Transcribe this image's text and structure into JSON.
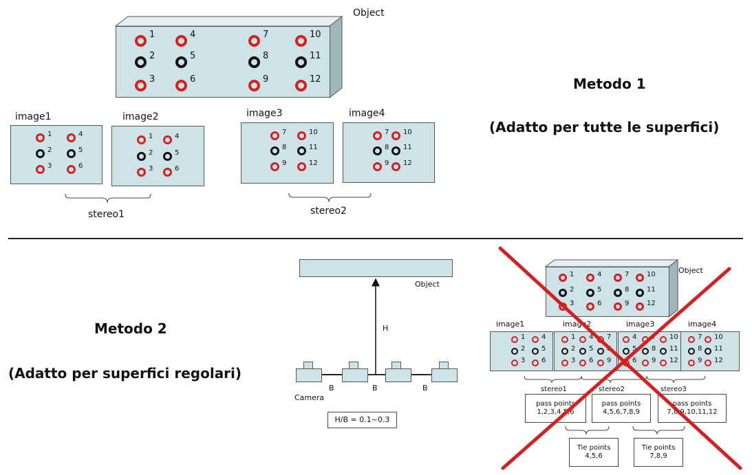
{
  "method1": {
    "title": "Metodo 1",
    "subtitle": "(Adatto per tutte le superfici)",
    "object_label": "Object",
    "image_labels": [
      "image1",
      "image2",
      "image3",
      "image4"
    ],
    "stereo_labels": [
      "stereo1",
      "stereo2"
    ],
    "object_points": [
      {
        "n": "1",
        "c": "red"
      },
      {
        "n": "2",
        "c": "black"
      },
      {
        "n": "3",
        "c": "red"
      },
      {
        "n": "4",
        "c": "red"
      },
      {
        "n": "5",
        "c": "black"
      },
      {
        "n": "6",
        "c": "red"
      },
      {
        "n": "7",
        "c": "red"
      },
      {
        "n": "8",
        "c": "black"
      },
      {
        "n": "9",
        "c": "red"
      },
      {
        "n": "10",
        "c": "red"
      },
      {
        "n": "11",
        "c": "black"
      },
      {
        "n": "12",
        "c": "red"
      }
    ]
  },
  "method2": {
    "title": "Metodo 2",
    "subtitle": "(Adatto per superfici regolari)",
    "object_label": "Object",
    "h_label": "H",
    "b_label": "B",
    "camera_label": "Camera",
    "ratio_label": "H/B = 0.1~0.3"
  },
  "rejected": {
    "object_label": "Object",
    "image_labels": [
      "image1",
      "image2",
      "image3",
      "image4"
    ],
    "stereo_labels": [
      "stereo1",
      "stereo2",
      "stereo3"
    ],
    "pass_label": "pass points",
    "pass_values": [
      "1,2,3,4,5,6",
      "4,5,6,7,8,9",
      "7,8,9,10,11,12"
    ],
    "tie_label": "Tie points",
    "tie_values": [
      "4,5,6",
      "7,8,9"
    ]
  },
  "colors": {
    "red": "#d42020",
    "black": "#111111",
    "panel": "#cde3e8",
    "cross": "#d42020"
  }
}
